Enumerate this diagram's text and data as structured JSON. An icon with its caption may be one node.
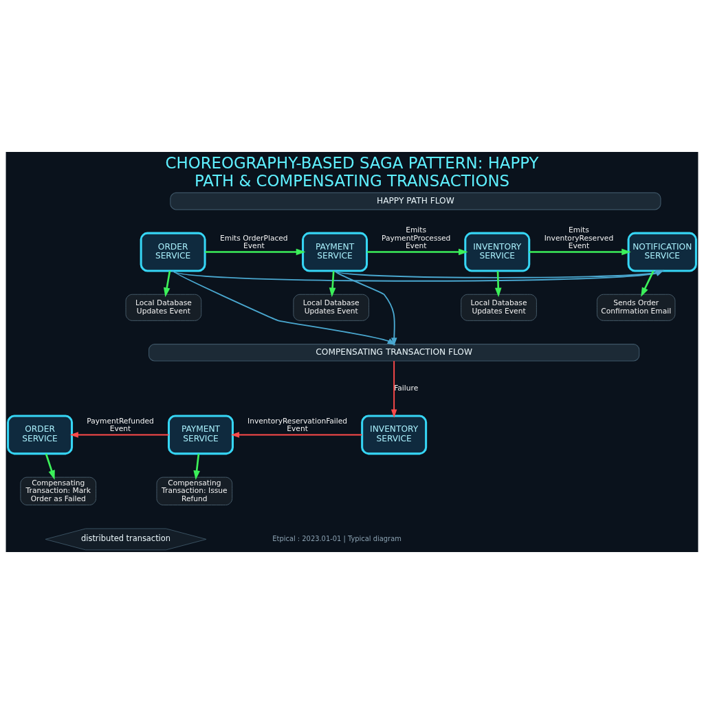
{
  "diagram": {
    "title": "CHOREOGRAPHY-BASED SAGA PATTERN: HAPPY PATH & COMPENSATING TRANSACTIONS",
    "nodes": [
      {
        "text": [
          "HAPPY PATH FLOW"
        ]
      },
      {
        "text": [
          "ORDER SERVICE"
        ]
      },
      {
        "text": [
          "PAYMENT SERVICE"
        ]
      },
      {
        "text": [
          "INVENTORY SERVICE"
        ]
      },
      {
        "text": [
          "NOTIFICATION SERVICE"
        ]
      },
      {
        "text": [
          "Local Database Updates Event"
        ]
      },
      {
        "text": [
          "Local Database Updates Event"
        ]
      },
      {
        "text": [
          "Local Database Updates Event"
        ]
      },
      {
        "text": [
          "Sends Order Confirmation Email"
        ]
      },
      {
        "text": [
          "COMPENSATING TRANSACTION FLOW"
        ]
      },
      {
        "text": [
          "ORDER SERVICE"
        ]
      },
      {
        "text": [
          "PAYMENT SERVICE"
        ]
      },
      {
        "text": [
          "INVENTORY SERVICE"
        ]
      },
      {
        "text": [
          "Compensating Transaction: Mark Order as Failed"
        ]
      },
      {
        "text": [
          "Compensating Transaction: Issue Refund"
        ]
      },
      {
        "text": [
          "distributed transaction"
        ]
      }
    ],
    "edges": [
      {
        "from": 1,
        "to": 2,
        "arrow": "to",
        "label": "Emits OrderPlaced Event"
      },
      {
        "from": 2,
        "to": 3,
        "arrow": "to",
        "label": "Emits PaymentProcessed Event"
      },
      {
        "from": 3,
        "to": 4,
        "arrow": "to",
        "label": "Emits InventoryReserved Event"
      },
      {
        "from": 1,
        "to": 5,
        "arrow": "to"
      },
      {
        "from": 2,
        "to": 6,
        "arrow": "to"
      },
      {
        "from": 3,
        "to": 7,
        "arrow": "to"
      },
      {
        "from": 4,
        "to": 8,
        "arrow": "to"
      },
      {
        "from": 1,
        "to": 9,
        "arrow": "to",
        "color": "#4aa8d0"
      },
      {
        "from": 2,
        "to": 9,
        "arrow": "to",
        "color": "#4aa8d0"
      },
      {
        "from": 1,
        "to": 4,
        "arrow": "to",
        "color": "#4aa8d0"
      },
      {
        "from": 2,
        "to": 4,
        "arrow": "to",
        "color": "#4aa8d0"
      },
      {
        "from": 9,
        "to": 12,
        "arrow": "to",
        "label": "Failure",
        "color": "#ff4a4a"
      },
      {
        "from": 12,
        "to": 11,
        "arrow": "to",
        "label": "InventoryReservationFailed Event",
        "color": "#ff4a4a"
      },
      {
        "from": 11,
        "to": 10,
        "arrow": "to",
        "label": "PaymentRefunded Event",
        "color": "#ff4a4a"
      },
      {
        "from": 10,
        "to": 13,
        "arrow": "to"
      },
      {
        "from": 11,
        "to": 14,
        "arrow": "to"
      }
    ],
    "labels": [
      "Etpical : 2023.01-01 | Typical diagram"
    ]
  }
}
